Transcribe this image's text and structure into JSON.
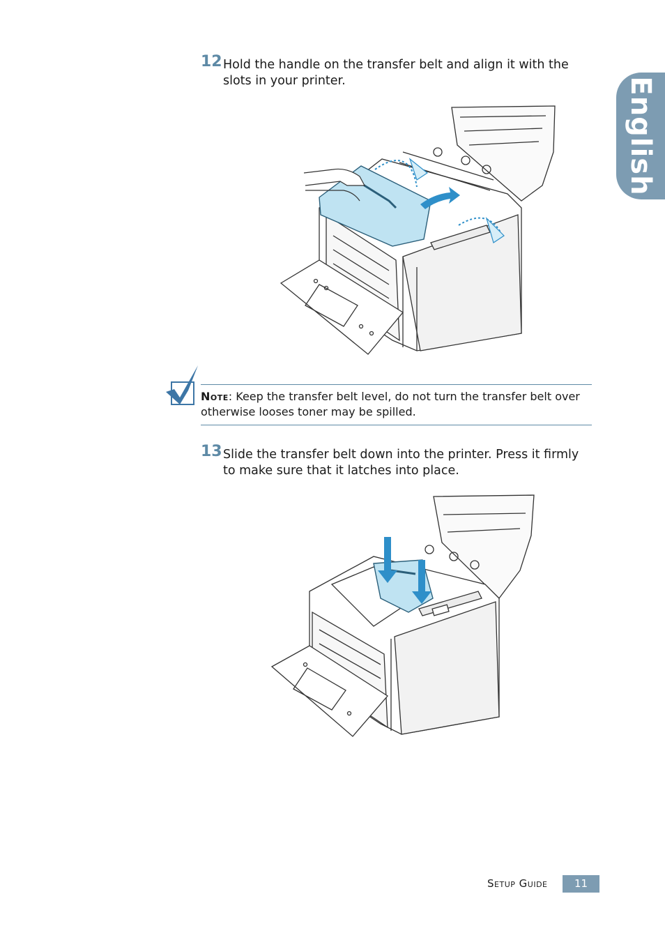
{
  "sidebar": {
    "language_tab": "English"
  },
  "steps": [
    {
      "number": "12",
      "text": "Hold the handle on the transfer belt and align it with the slots in your printer."
    },
    {
      "number": "13",
      "text": "Slide the transfer belt down into the printer. Press it firmly to make sure that it latches into place."
    }
  ],
  "note": {
    "label": "Note",
    "text": ": Keep the transfer belt level, do not turn the transfer belt over otherwise looses toner may be spilled."
  },
  "footer": {
    "guide_label": "Setup Guide",
    "page_number": "11"
  },
  "colors": {
    "accent": "#7d9cb2",
    "step_number": "#5e8aa6",
    "belt_fill": "#bfe3f2",
    "arrow": "#2e8fc9"
  }
}
